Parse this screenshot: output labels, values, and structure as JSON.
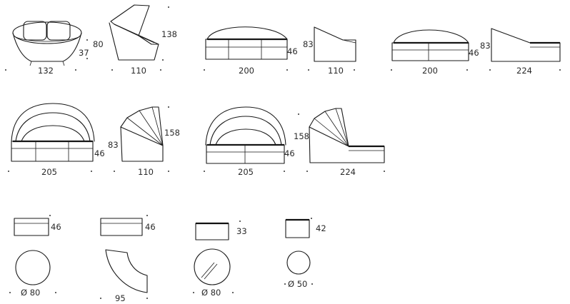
{
  "dimensions": {
    "d1_width": "132",
    "d1_seat_height": "37",
    "d1_height": "80",
    "d2_depth": "110",
    "d2_height": "138",
    "d3_width": "200",
    "d3_seat_height": "46",
    "d4_height": "83",
    "d4_depth": "110",
    "d5_width": "200",
    "d5_seat_height": "46",
    "d5_height": "83",
    "d6_depth": "224",
    "d7_width": "205",
    "d7_seat_height": "46",
    "d8_height": "83",
    "d8_canopy_height": "158",
    "d8_depth": "110",
    "d9_width": "205",
    "d9_seat_height": "46",
    "d10_canopy_height": "158",
    "d10_depth": "224",
    "ottoman1_height": "46",
    "ottoman1_diameter": "Ø 80",
    "ottoman2_height": "46",
    "ottoman2_length": "95",
    "table1_height": "33",
    "table1_diameter": "Ø 80",
    "table2_height": "42",
    "table2_diameter": "Ø 50"
  }
}
